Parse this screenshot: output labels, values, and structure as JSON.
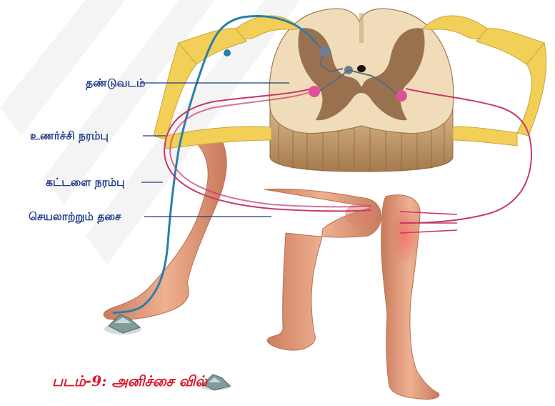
{
  "labels": {
    "spinal_cord": "தண்டுவடம்",
    "sensory_nerve": "உணர்ச்சி நரம்பு",
    "motor_nerve": "கட்டளை நரம்பு",
    "effector_muscle": "செயலாற்றும் தசை"
  },
  "caption": {
    "prefix": "படம்-",
    "number": "9",
    "separator": ":",
    "title": "அனிச்சை வில்"
  },
  "colors": {
    "label_text": "#1f3a8a",
    "caption_text": "#e0142a",
    "sensory_nerve": "#2a7fa8",
    "motor_nerve": "#c8386e",
    "nerve_sheath": "#f2cf57",
    "skin": "#e6a484",
    "grey_matter": "#8b5e3c",
    "white_matter": "#e9d3b0"
  }
}
